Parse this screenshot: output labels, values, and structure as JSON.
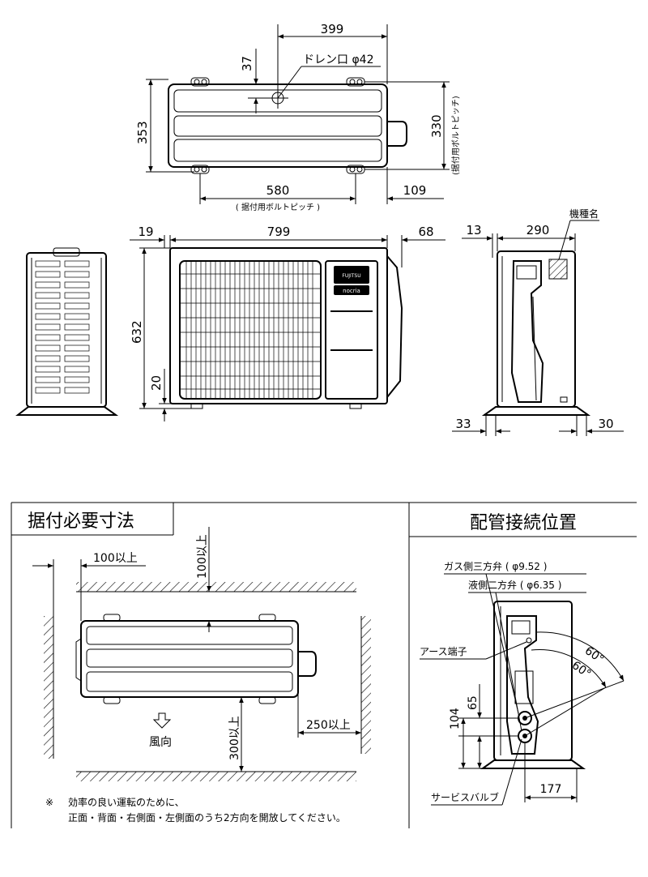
{
  "top_view": {
    "dim_width_top": "399",
    "dim_offset": "37",
    "drain_label": "ドレン口 φ42",
    "dim_height": "353",
    "dim_bolt_pitch_v": "330",
    "bolt_pitch_v_label": "(据付用ボルトピッチ)",
    "dim_bolt_pitch_h": "580",
    "bolt_pitch_h_label": "( 据付用ボルトピッチ )",
    "dim_right": "109"
  },
  "front_view": {
    "dim_left": "19",
    "dim_width": "799",
    "dim_right": "68",
    "dim_height": "632",
    "dim_foot": "20",
    "logo_top": "FUJITSU",
    "logo_bottom": "nocria"
  },
  "side_view": {
    "dim_left": "13",
    "dim_depth": "290",
    "model_label": "機種名",
    "dim_foot_left": "33",
    "dim_foot_right": "30"
  },
  "install_section": {
    "title": "据付必要寸法",
    "dim_left": "100以上",
    "dim_back": "100以上",
    "dim_right": "250以上",
    "dim_front": "300以上",
    "wind_label": "風向",
    "note_mark": "※",
    "note_line1": "効率の良い運転のために、",
    "note_line2": "正面・背面・右側面・左側面のうち2方向を開放してください。"
  },
  "piping_section": {
    "title": "配管接続位置",
    "gas_valve": "ガス側三方弁 ( φ9.52 )",
    "liquid_valve": "液側二方弁 ( φ6.35 )",
    "earth": "アース端子",
    "angle1": "60°",
    "angle2": "60°",
    "dim_65": "65",
    "dim_104": "104",
    "dim_177": "177",
    "service_valve": "サービスバルブ"
  }
}
